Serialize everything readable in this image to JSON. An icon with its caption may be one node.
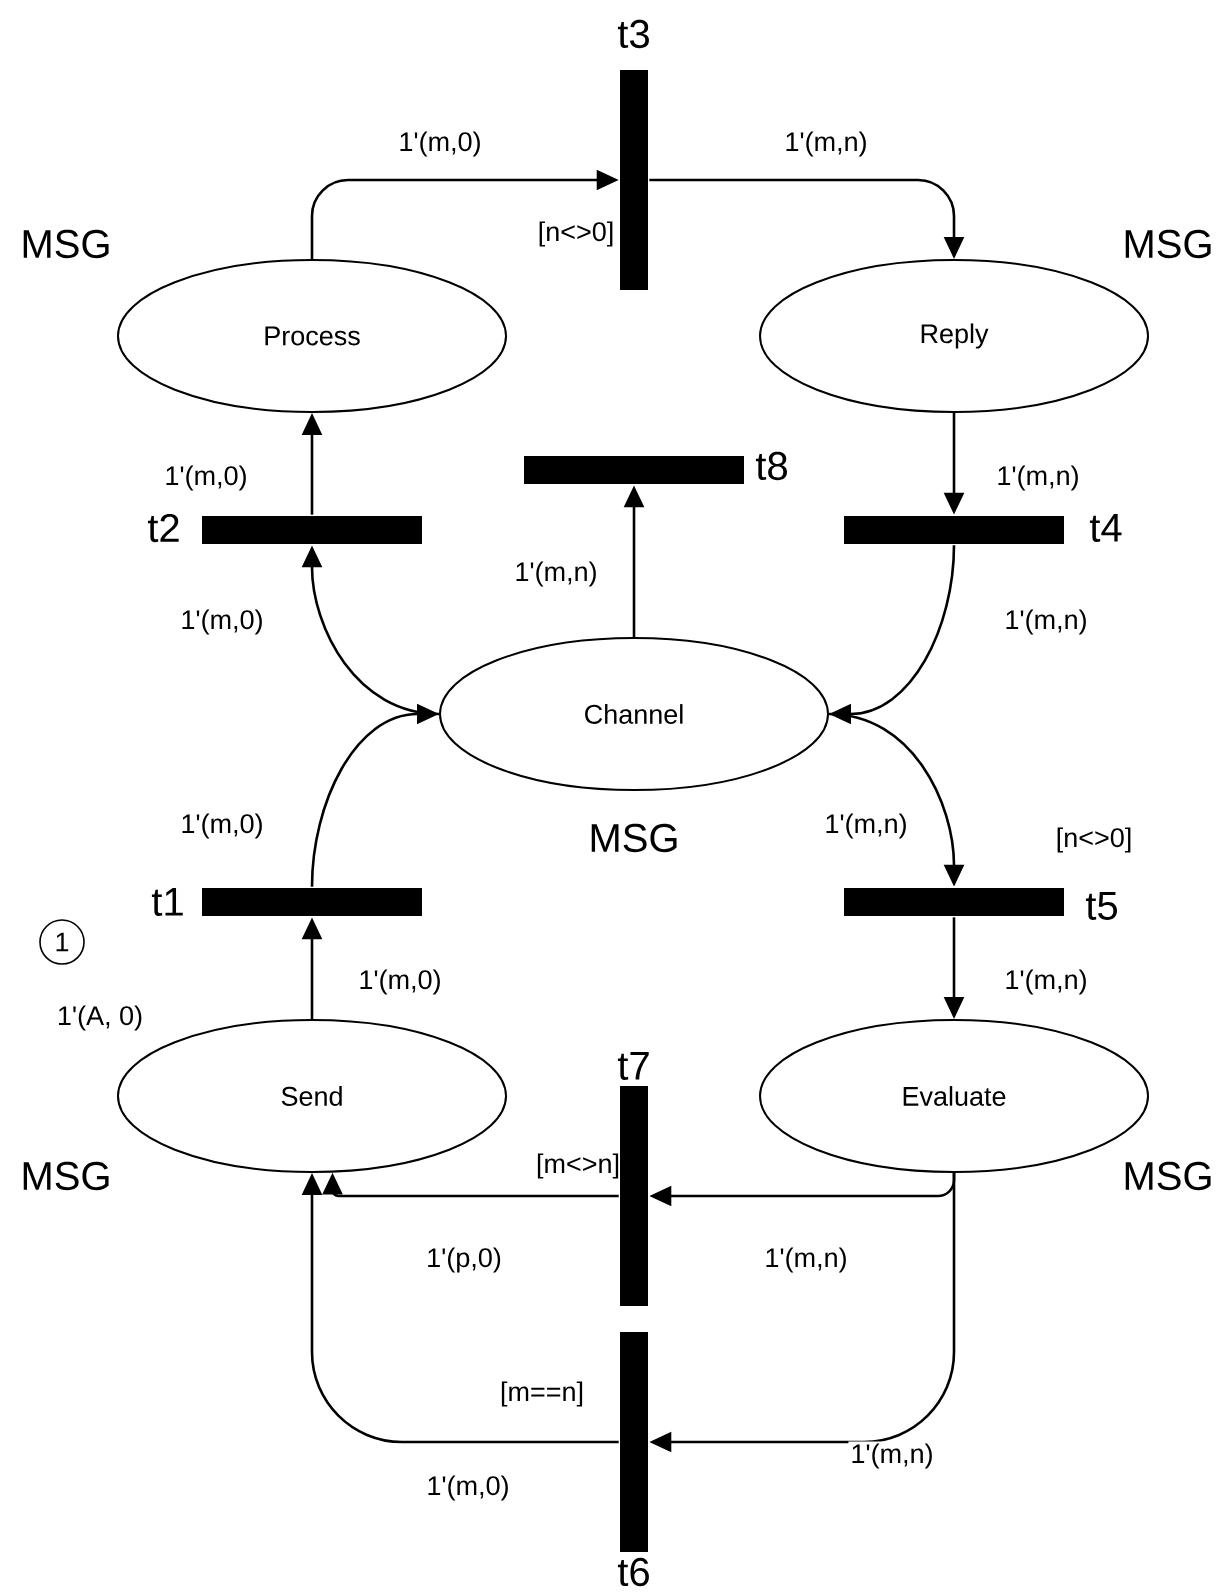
{
  "diagram": {
    "nodes": [
      {
        "text": [],
        "shape": "bar",
        "beside": [
          "t3",
          "[n<>0]"
        ]
      },
      {
        "text": [
          "Process"
        ],
        "beside": [
          "MSG"
        ]
      },
      {
        "text": [
          "Reply"
        ],
        "beside": [
          "MSG"
        ]
      },
      {
        "text": [],
        "shape": "bar",
        "beside": [
          "t8"
        ]
      },
      {
        "text": [],
        "shape": "bar",
        "beside": [
          "t2"
        ]
      },
      {
        "text": [],
        "shape": "bar",
        "beside": [
          "t4"
        ]
      },
      {
        "text": [
          "Channel"
        ],
        "beside": [
          "MSG"
        ]
      },
      {
        "text": [],
        "shape": "bar",
        "beside": [
          "t1"
        ]
      },
      {
        "text": [],
        "shape": "bar",
        "beside": [
          "t5",
          "[n<>0]"
        ]
      },
      {
        "text": [
          "1"
        ]
      },
      {
        "text": [
          "Send"
        ],
        "beside": [
          "1'(A, 0)",
          "MSG"
        ]
      },
      {
        "text": [],
        "shape": "bar",
        "beside": [
          "t7",
          "[m<>n]"
        ]
      },
      {
        "text": [
          "Evaluate"
        ],
        "beside": [
          "MSG"
        ]
      },
      {
        "text": [],
        "shape": "bar",
        "beside": [
          "t6",
          "[m==n]"
        ]
      }
    ],
    "edges": [
      {
        "from": 1,
        "to": 0,
        "arrow": "to",
        "label": "1'(m,0)"
      },
      {
        "from": 0,
        "to": 2,
        "arrow": "to",
        "label": "1'(m,n)"
      },
      {
        "from": 4,
        "to": 1,
        "arrow": "to",
        "label": "1'(m,0)"
      },
      {
        "from": 2,
        "to": 5,
        "arrow": "to",
        "label": "1'(m,n)"
      },
      {
        "from": 6,
        "to": 3,
        "arrow": "to",
        "label": "1'(m,n)"
      },
      {
        "from": 6,
        "to": 4,
        "arrow": "to",
        "label": "1'(m,0)"
      },
      {
        "from": 5,
        "to": 6,
        "arrow": "to",
        "label": "1'(m,n)"
      },
      {
        "from": 7,
        "to": 6,
        "arrow": "to",
        "label": "1'(m,0)"
      },
      {
        "from": 6,
        "to": 8,
        "arrow": "to",
        "label": "1'(m,n)"
      },
      {
        "from": 10,
        "to": 7,
        "arrow": "to",
        "label": "1'(m,0)"
      },
      {
        "from": 8,
        "to": 12,
        "arrow": "to",
        "label": "1'(m,n)"
      },
      {
        "from": 12,
        "to": 11,
        "arrow": "to",
        "label": "1'(m,n)"
      },
      {
        "from": 11,
        "to": 10,
        "arrow": "to",
        "label": "1'(p,0)"
      },
      {
        "from": 12,
        "to": 13,
        "arrow": "to",
        "label": "1'(m,n)"
      },
      {
        "from": 13,
        "to": 10,
        "arrow": "to",
        "label": "1'(m,0)"
      }
    ]
  }
}
